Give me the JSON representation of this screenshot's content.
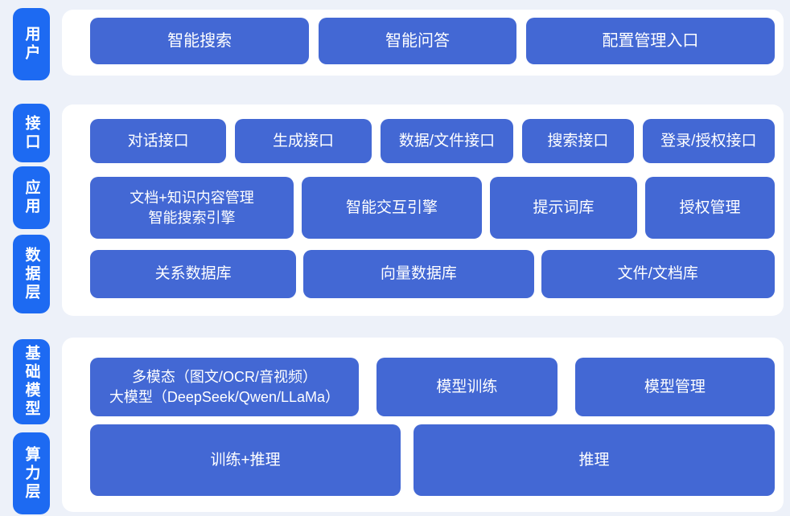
{
  "colors": {
    "page_background": "#e9eef7",
    "panel_background": "#ffffff",
    "layer_label_blue": "#1d6af2",
    "block_blue": "#4368d4",
    "text_white": "#ffffff"
  },
  "layers": {
    "user": {
      "label": "用户",
      "buttons": [
        "智能搜索",
        "智能问答",
        "配置管理入口"
      ]
    },
    "middle": {
      "labels": [
        "接口",
        "应用",
        "数据层"
      ],
      "row_interface": [
        "对话接口",
        "生成接口",
        "数据/文件接口",
        "搜索接口",
        "登录/授权接口"
      ],
      "row_app": [
        "文档+知识内容管理\n智能搜索引擎",
        "智能交互引擎",
        "提示词库",
        "授权管理"
      ],
      "row_data": [
        "关系数据库",
        "向量数据库",
        "文件/文档库"
      ]
    },
    "bottom": {
      "labels": [
        "基础模型",
        "算力层"
      ],
      "row_model": [
        "多模态（图文/OCR/音视频）\n大模型（DeepSeek/Qwen/LLaMa）",
        "模型训练",
        "模型管理"
      ],
      "row_compute": [
        "训练+推理",
        "推理"
      ]
    }
  }
}
